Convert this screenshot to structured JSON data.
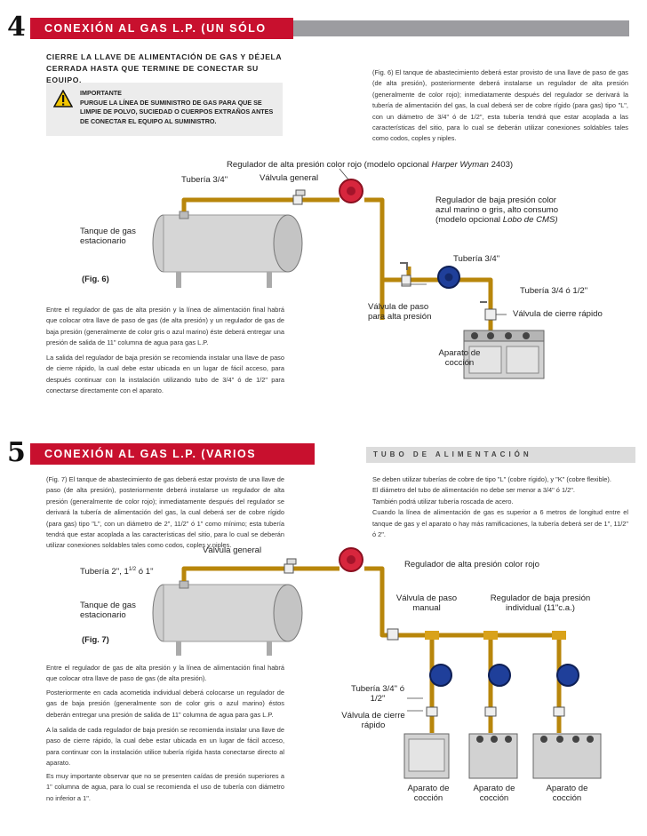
{
  "sec4": {
    "num": "4",
    "title": "CONEXIÓN AL GAS L.P. (UN SÓLO EQUIPO)",
    "intro": "CIERRE LA LLAVE DE ALIMENTACIÓN DE GAS Y DÉJELA CERRADA HASTA QUE TERMINE DE CONECTAR SU EQUIPO.",
    "warning": {
      "title": "IMPORTANTE",
      "text": "PURGUE LA LÍNEA DE SUMINISTRO DE GAS PARA QUE SE LIMPIE DE POLVO, SUCIEDAD O CUERPOS EXTRAÑOS ANTES DE CONECTAR EL EQUIPO AL SUMINISTRO."
    },
    "right_para": "(Fig. 6) El tanque de abastecimiento deberá estar provisto de una llave de paso de gas (de alta presión), posteriormente deberá instalarse un regulador de alta presión (generalmente de color rojo); inmediatamente después del regulador se derivará la tubería de alimentación del gas, la cual deberá ser de cobre rígido (para gas) tipo \"L\", con un diámetro de 3/4\" ó de 1/2\", esta tubería tendrá que estar acoplada a las características del sitio, para lo cual se deberán utilizar conexiones soldables tales como codos, coples y niples.",
    "diagram": {
      "reg_alta_prefix": "Regulador de alta presión color rojo (modelo opcional ",
      "reg_alta_model": "Harper Wyman",
      "reg_alta_suffix": " 2403)",
      "tuberia_34": "Tubería 3/4\"",
      "valvula_general": "Válvula general",
      "reg_baja": "Regulador de baja presión color azul marino o gris, alto consumo (modelo opcional",
      "reg_baja_model": "Lobo de CMS)",
      "tanque": "Tanque de gas estacionario",
      "tuberia_34b": "Tubería 3/4\"",
      "fig": "(Fig. 6)",
      "tuberia_34_12": "Tubería 3/4 ó 1/2\"",
      "valvula_paso": "Válvula de paso para alta presión",
      "valvula_cierre": "Válvula de cierre rápido",
      "aparato": "Aparato de cocción"
    },
    "para1": "Entre el regulador de gas de alta presión y la línea de alimentación final habrá que colocar otra llave de paso de gas (de alta presión) y un regulador de gas de baja presión (generalmente de color gris o azul marino) éste deberá entregar una presión de salida de 11\" columna de agua para gas L.P.",
    "para2": "La salida del regulador de baja presión se recomienda instalar una llave de paso de cierre rápido, la cual debe estar ubicada en un lugar de fácil acceso, para después continuar con la instalación utilizando tubo de 3/4\" ó de 1/2\" para conectarse directamente con el aparato."
  },
  "sec5": {
    "num": "5",
    "title": "CONEXIÓN AL GAS L.P. (VARIOS EQUIPOS)",
    "tubo_title": "TUBO DE ALIMENTACIÓN",
    "left_para": "(Fig. 7) El tanque de abastecimiento de gas deberá estar provisto de una llave de paso (de alta presión), posteriormente deberá instalarse un regulador de alta presión (generalmente de color rojo); inmediatamente después del regulador se derivará la tubería de alimentación del gas, la cual deberá ser de cobre rígido (para gas) tipo \"L\", con un diámetro de 2\", 11/2\" ó 1\" como mínimo; esta tubería tendrá que estar acoplada a las características del sitio, para lo cual se deberán utilizar conexiones soldables tales como codos, coples y niples.",
    "right_para1": "Se deben utilizar tuberías de cobre de tipo \"L\" (cobre rígido), y \"K\" (cobre flexible).",
    "right_para2": "El diámetro del tubo de alimentación no debe ser menor a 3/4\" ó 1/2\".",
    "right_para3": "También podrá utilizar tubería roscada de acero.",
    "right_para4": "Cuando la línea de alimentación de gas es superior a 6 metros de longitud entre el tanque de gas y el aparato o hay más ramificaciones, la tubería deberá ser de 1\", 11/2\" ó 2\".",
    "diagram": {
      "valvula_general": "Válvula general",
      "tuberia_2": "Tubería 2\", 1",
      "tuberia_2_sup": "1/2",
      "tuberia_2_end": " ó 1\"",
      "reg_alta": "Regulador de alta presión color rojo",
      "tanque": "Tanque de gas estacionario",
      "valvula_manual": "Válvula de paso manual",
      "reg_baja": "Regulador de baja presión individual (11\"c.a.)",
      "fig": "(Fig. 7)",
      "tuberia_34_12": "Tubería 3/4\" ó 1/2\"",
      "valvula_cierre": "Válvula de cierre rápido",
      "aparato": "Aparato de cocción"
    },
    "para1": "Entre el regulador de gas de alta presión y la línea de alimentación final habrá que colocar otra llave de paso de gas (de alta presión).",
    "para2": "Posteriormente en cada acometida individual deberá colocarse un regulador de gas de baja presión (generalmente son de color gris o azul marino) éstos deberán entregar una presión de salida de 11\" columna de agua para gas L.P.",
    "para3": "A la salida de cada regulador de baja presión se recomienda instalar una llave de paso de cierre rápido, la cual debe estar ubicada en un lugar de fácil acceso, para continuar con la instalación utilice tubería rígida hasta conectarse directo al aparato.",
    "para4": "Es muy importante observar que no se presenten caídas de presión superiores a 1\" columna de agua, para lo cual se recomienda el uso de tubería con diámetro no inferior a 1\"."
  },
  "colors": {
    "banner": "#c8102e",
    "pipe": "#b8860b",
    "pipe_dark": "#7a5a08",
    "high_reg": "#d7263d",
    "low_reg": "#1f3f9a",
    "tubo_bar": "#dcdcdc"
  }
}
